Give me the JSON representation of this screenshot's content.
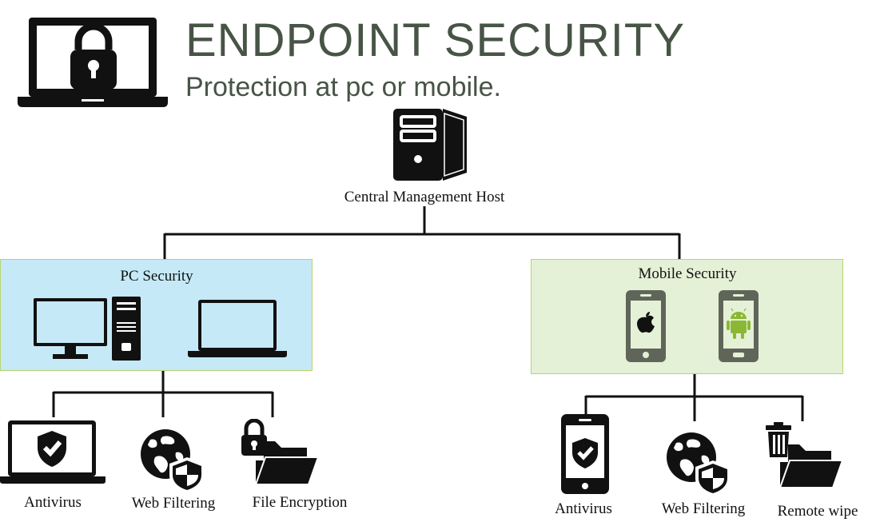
{
  "header": {
    "title": "ENDPOINT SECURITY",
    "subtitle": "Protection at pc or mobile."
  },
  "root": {
    "label": "Central Management Host"
  },
  "pc": {
    "title": "PC Security",
    "items": [
      "Antivirus",
      "Web Filtering",
      "File Encryption"
    ]
  },
  "mobile": {
    "title": "Mobile Security",
    "items": [
      "Antivirus",
      "Web Filtering",
      "Remote wipe"
    ]
  },
  "colors": {
    "title": "#475446",
    "pc_panel": "#c5e9f7",
    "mobile_panel": "#e4f1d6",
    "panel_border": "#b7d46a",
    "phone": "#5f6659",
    "android": "#8ab834"
  }
}
